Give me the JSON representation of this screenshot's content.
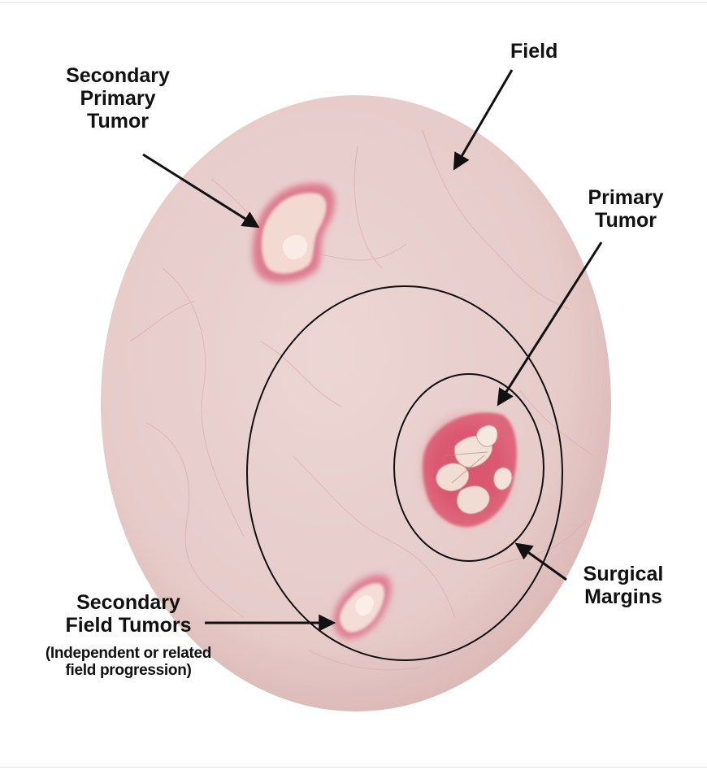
{
  "labels": {
    "field": "Field",
    "secondary_primary_tumor": [
      "Secondary",
      "Primary",
      "Tumor"
    ],
    "primary_tumor": [
      "Primary",
      "Tumor"
    ],
    "surgical_margins": [
      "Surgical",
      "Margins"
    ],
    "secondary_field_tumors": [
      "Secondary",
      "Field Tumors"
    ],
    "secondary_field_tumors_note": [
      "(Independent or related",
      "field progression)"
    ]
  },
  "colors": {
    "field_tissue": "#e8cfcd",
    "field_edge": "#dbb8b6",
    "tumor_red": "#d9556e",
    "tumor_pale": "#f3dcd2",
    "margin_line": "#111111",
    "arrow": "#111111",
    "text": "#111111"
  }
}
